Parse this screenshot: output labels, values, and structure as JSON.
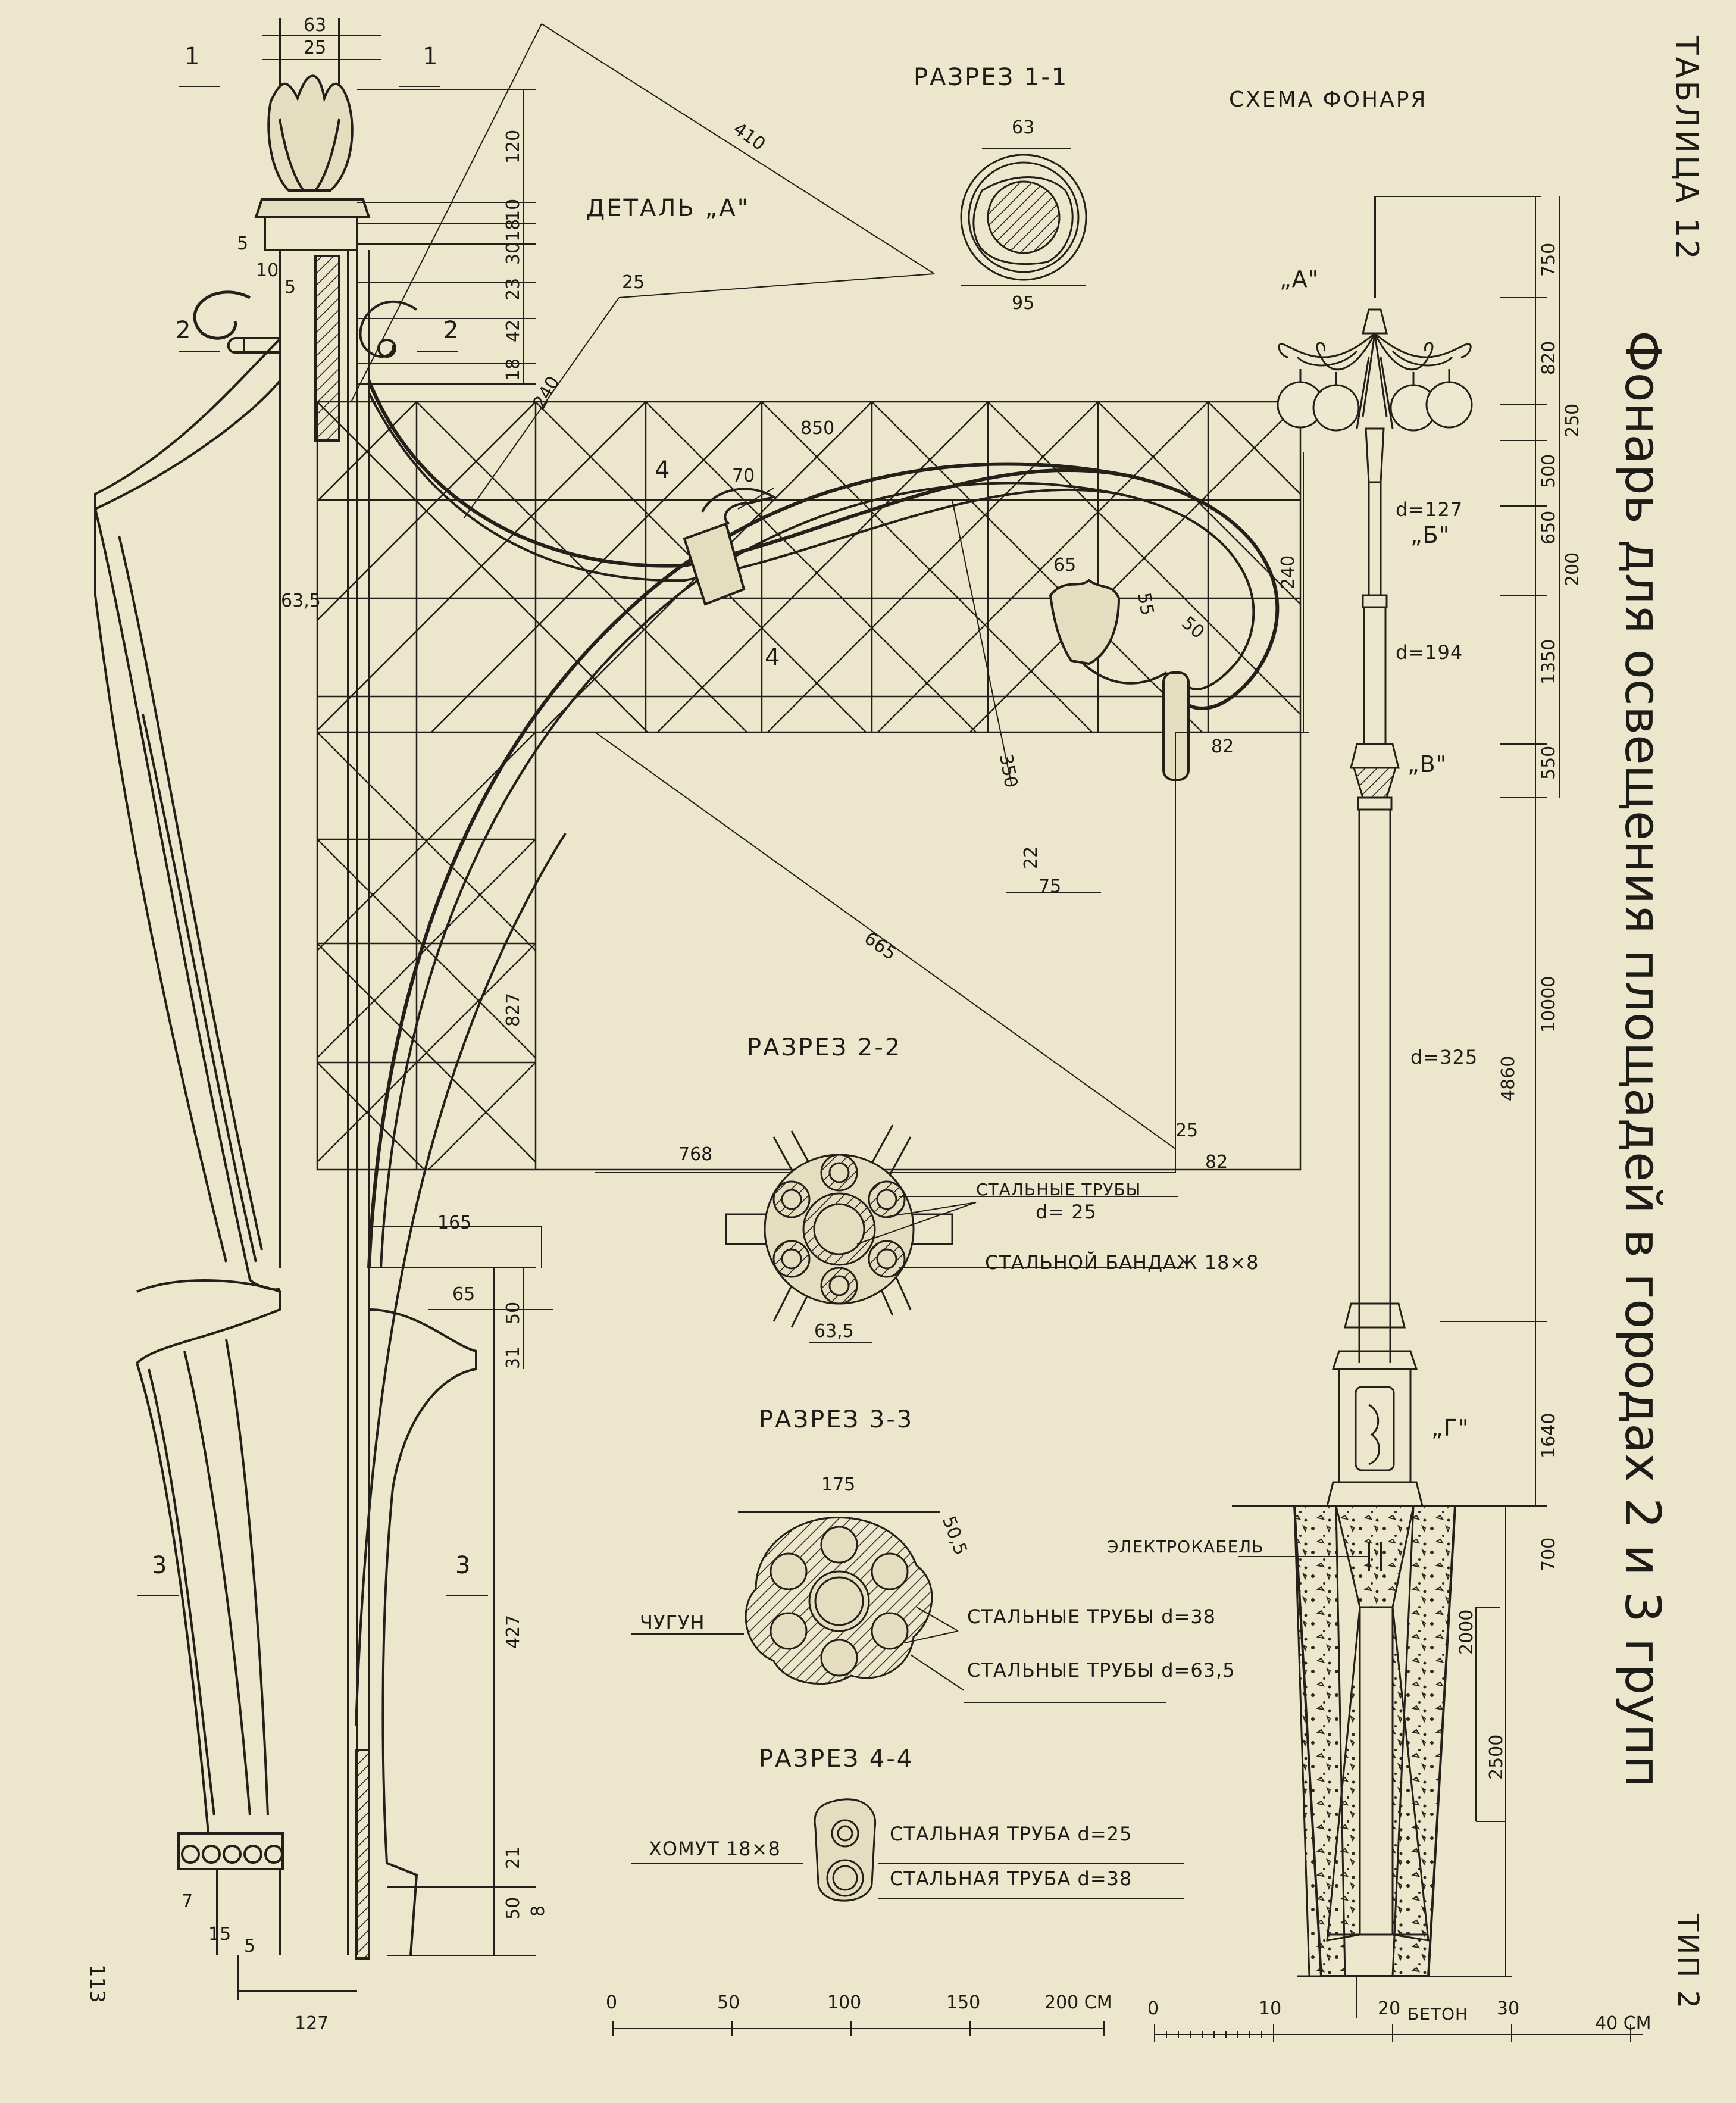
{
  "sheet": {
    "table_label": "ТАБЛИЦА 12",
    "title": "Фонарь для освещения площадей в городах 2 и 3 групп",
    "type_label": "ТИП 2",
    "page_number": "113"
  },
  "sections": {
    "section_1_1": "РАЗРЕЗ 1-1",
    "section_2_2": "РАЗРЕЗ 2-2",
    "section_3_3": "РАЗРЕЗ 3-3",
    "section_4_4": "РАЗРЕЗ 4-4",
    "detail_a": "ДЕТАЛЬ „А\"",
    "lamp_scheme": "СХЕМА ФОНАРЯ"
  },
  "cut_marks": {
    "m1": "1",
    "m2": "2",
    "m3": "3",
    "m4": "4"
  },
  "detail_dims": {
    "d63": "63",
    "d25": "25",
    "d120": "120",
    "d10": "10",
    "d18a": "18",
    "d30": "30",
    "d23": "23",
    "d42": "42",
    "d18b": "18",
    "d5a": "5",
    "d10b": "10",
    "d5b": "5",
    "d410": "410",
    "d25b": "25",
    "d240": "240",
    "d850": "850",
    "d70": "70",
    "d65": "65",
    "d55": "55",
    "d50": "50",
    "d240b": "240",
    "d82a": "82",
    "d350": "350",
    "d22": "22",
    "d75": "75",
    "d665": "665",
    "d63_5": "63,5",
    "d827": "827",
    "d768": "768",
    "d25c": "25",
    "d82b": "82",
    "d165": "165",
    "d65b": "65",
    "d50b": "50",
    "d31": "31",
    "d427": "427",
    "d21": "21",
    "d50c": "50",
    "d8": "8",
    "d7": "7",
    "d15": "15",
    "d5c": "5",
    "d127": "127"
  },
  "section_1_1_dims": {
    "top": "63",
    "bottom": "95"
  },
  "section_2_2_notes": {
    "dim_63_5": "63,5",
    "steel_pipes": "СТАЛЬНЫЕ ТРУБЫ",
    "steel_pipes_d": "d= 25",
    "steel_band": "СТАЛЬНОЙ БАНДАЖ 18×8"
  },
  "section_3_3_notes": {
    "dim_175": "175",
    "dim_50_5": "50,5",
    "cast_iron": "ЧУГУН",
    "pipes_38": "СТАЛЬНЫЕ ТРУБЫ d=38",
    "pipes_63_5": "СТАЛЬНЫЕ ТРУБЫ d=63,5"
  },
  "section_4_4_notes": {
    "clamp": "ХОМУТ 18×8",
    "pipe_25": "СТАЛЬНАЯ ТРУБА d=25",
    "pipe_38": "СТАЛЬНАЯ ТРУБА d=38"
  },
  "scheme": {
    "mark_a": "„А\"",
    "mark_b": "„Б\"",
    "mark_v": "„В\"",
    "mark_g": "„Г\"",
    "d127": "d=127",
    "d194": "d=194",
    "d325": "d=325",
    "cable": "ЭЛЕКТРОКАБЕЛЬ",
    "concrete": "БЕТОН",
    "h750": "750",
    "h820": "820",
    "h250": "250",
    "h500": "500",
    "h650": "650",
    "h200": "200",
    "h1350": "1350",
    "h550": "550",
    "h10000": "10000",
    "h4860": "4860",
    "h1640": "1640",
    "h700": "700",
    "h2000": "2000",
    "h2500": "2500"
  },
  "scale_left": {
    "ticks": [
      "0",
      "50",
      "100",
      "150",
      "200 СМ"
    ]
  },
  "scale_right": {
    "ticks": [
      "0",
      "10",
      "20",
      "30",
      "40 СМ"
    ]
  }
}
